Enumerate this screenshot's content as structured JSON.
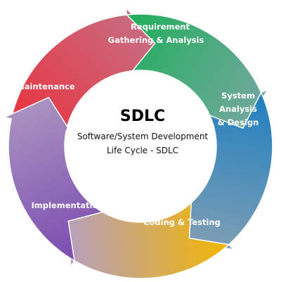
{
  "center": {
    "title": "SDLC",
    "subtitle_line1": "Software/System Development",
    "subtitle_line2": "Life Cycle - SDLC"
  },
  "stages": [
    {
      "label_line1": "Requirement",
      "label_line2": "Gathering & Analysis",
      "color": "#e8343f",
      "color_end": "#c96a7f"
    },
    {
      "label_line1": "System",
      "label_line2": "Analysis",
      "label_line3": "& Design",
      "color": "#1fae5b",
      "color_end": "#6fa89a"
    },
    {
      "label_line1": "Coding & Testing",
      "color": "#1f7fc0",
      "color_end": "#7a9db4"
    },
    {
      "label_line1": "Implementation",
      "color": "#f2b600",
      "color_end": "#b8a0b8"
    },
    {
      "label_line1": "Maintenance",
      "color": "#7a4bb0",
      "color_end": "#a890c0"
    }
  ]
}
